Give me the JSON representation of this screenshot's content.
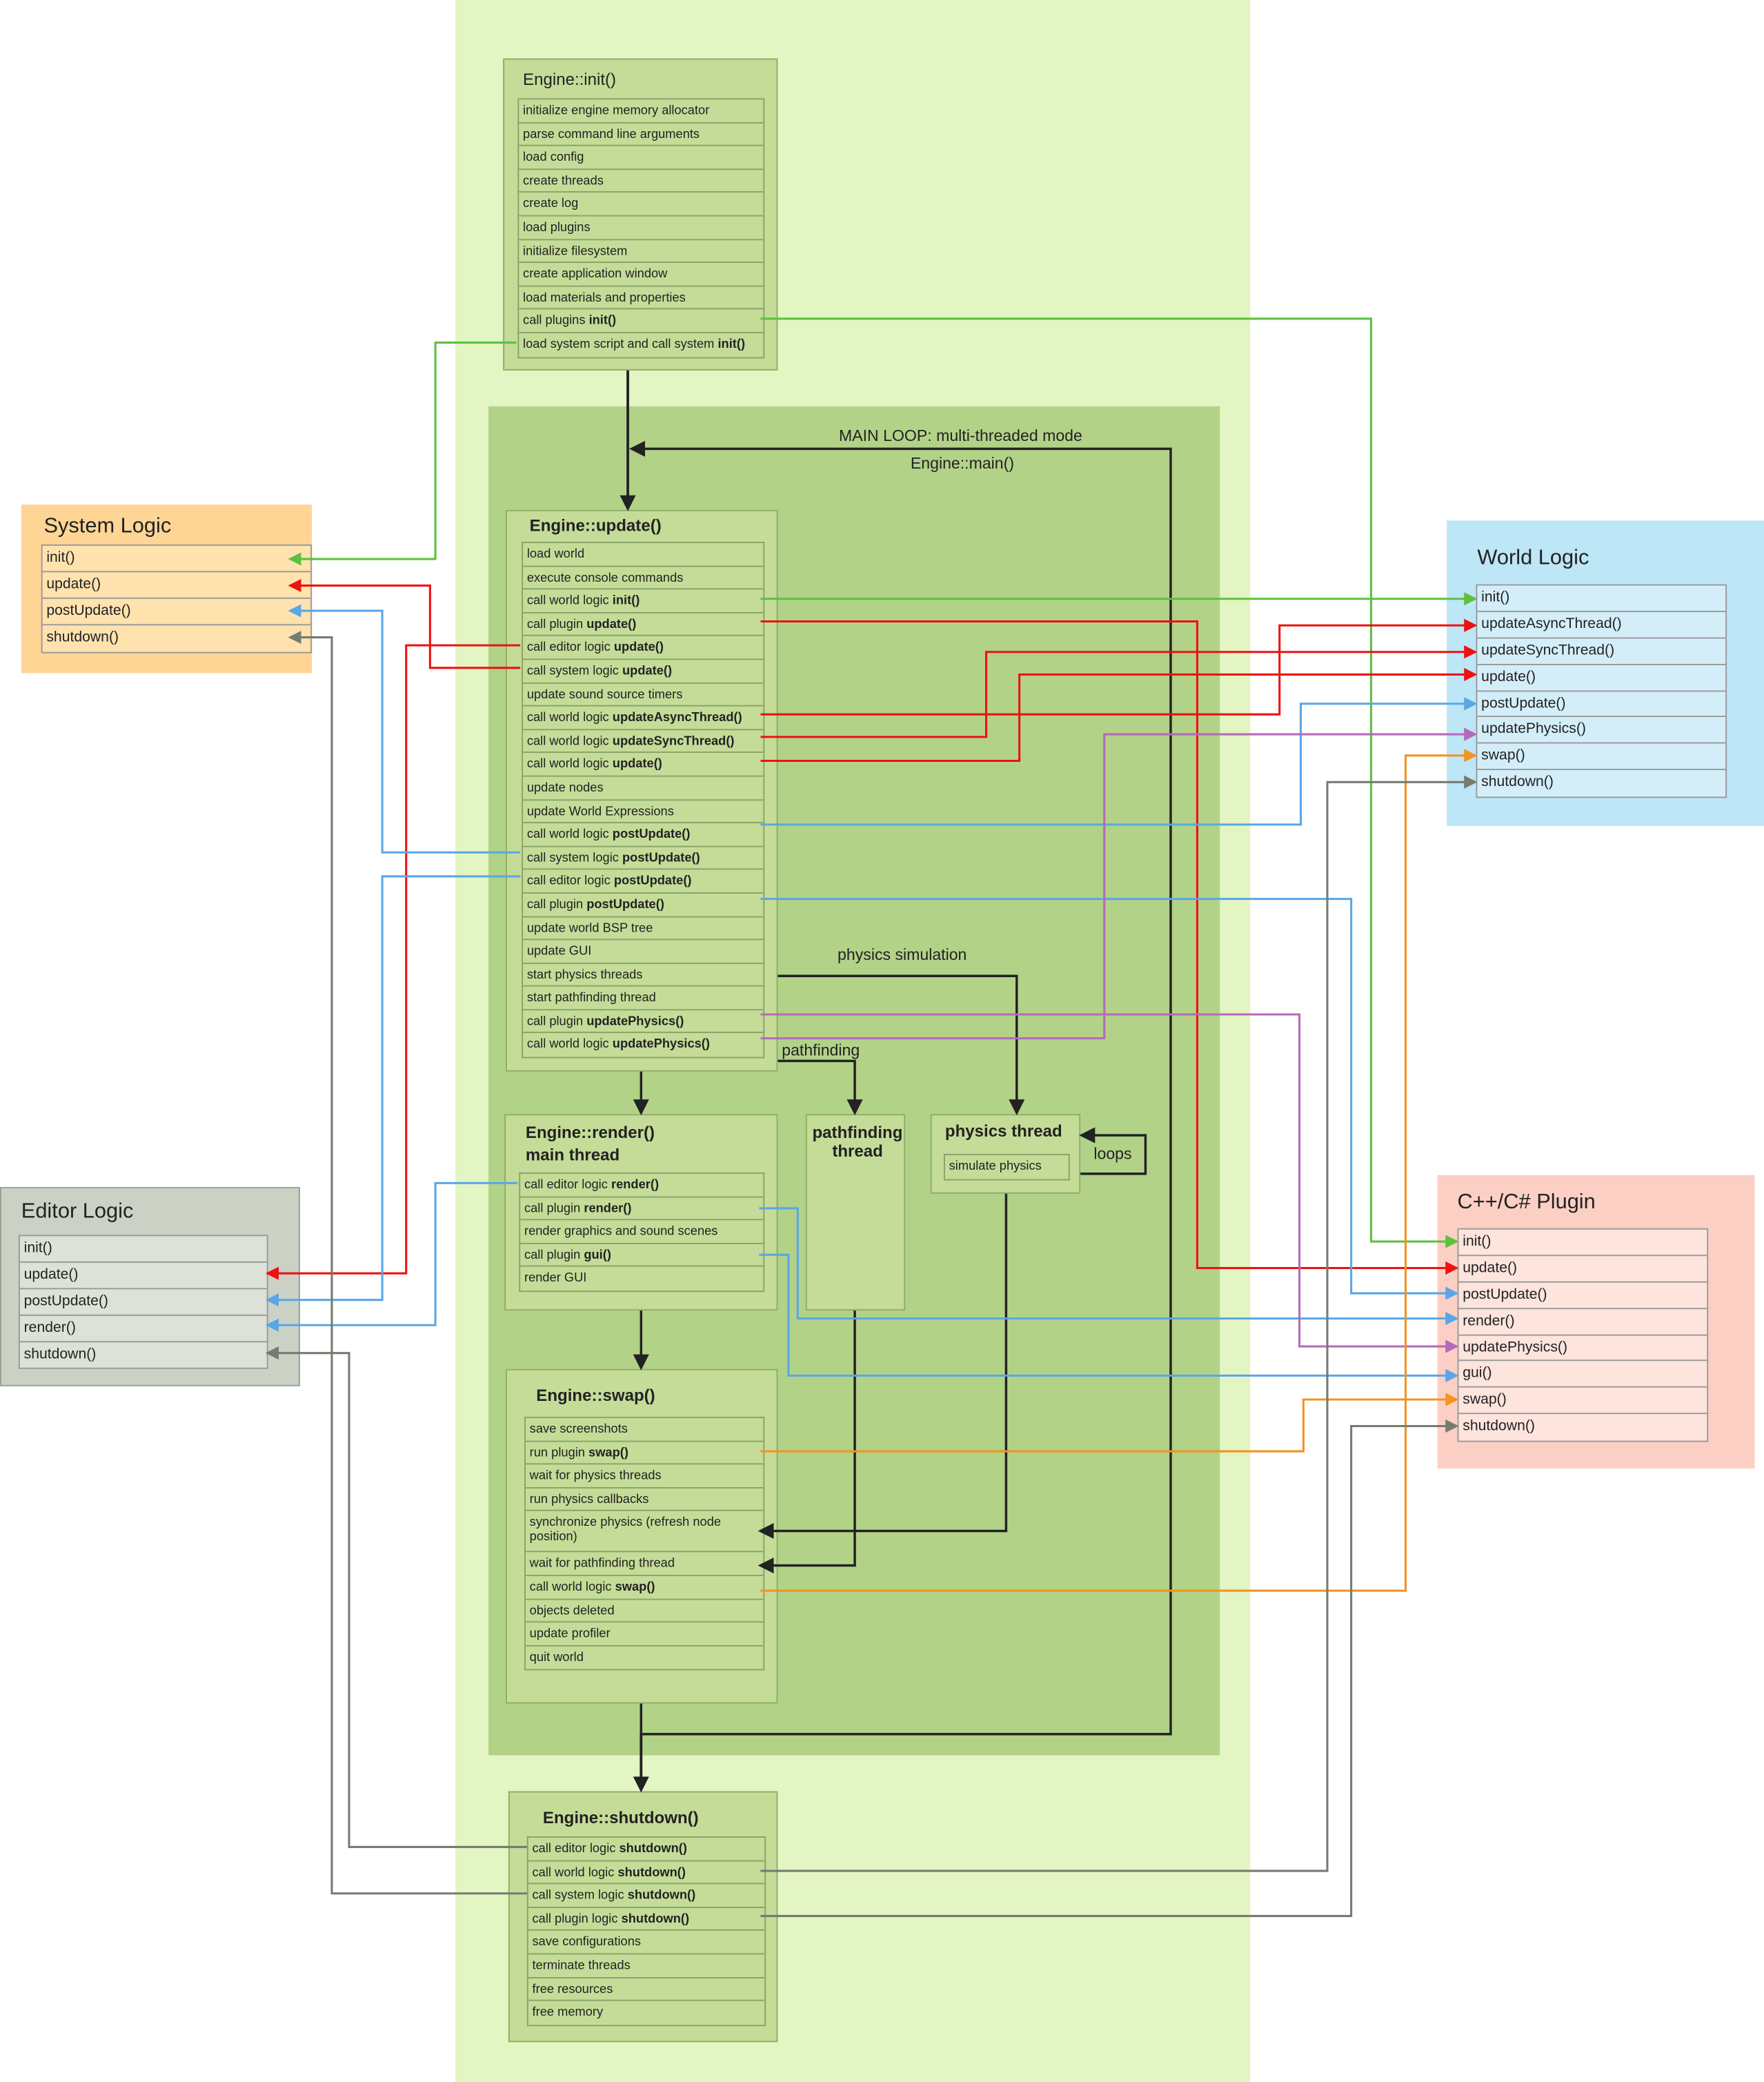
{
  "main_loop": {
    "title": "MAIN LOOP: multi-threaded mode",
    "subtitle": "Engine::main()"
  },
  "labels": {
    "physics_simulation": "physics simulation",
    "pathfinding": "pathfinding",
    "loops": "loops"
  },
  "engine_init": {
    "title": "Engine::init()",
    "rows": [
      {
        "text": "initialize engine memory allocator",
        "bold": ""
      },
      {
        "text": "parse command line arguments",
        "bold": ""
      },
      {
        "text": "load config",
        "bold": ""
      },
      {
        "text": "create threads",
        "bold": ""
      },
      {
        "text": "create log",
        "bold": ""
      },
      {
        "text": "load plugins",
        "bold": ""
      },
      {
        "text": "initialize filesystem",
        "bold": ""
      },
      {
        "text": "create application window",
        "bold": ""
      },
      {
        "text": "load materials and properties",
        "bold": ""
      },
      {
        "text": "call plugins ",
        "bold": "init()"
      },
      {
        "text": "load system script and call system ",
        "bold": "init()"
      }
    ]
  },
  "engine_update": {
    "title": "Engine::update()",
    "rows": [
      {
        "text": "load world",
        "bold": ""
      },
      {
        "text": "execute console commands",
        "bold": ""
      },
      {
        "text": "call world logic ",
        "bold": "init()"
      },
      {
        "text": "call plugin ",
        "bold": "update()"
      },
      {
        "text": "call editor logic ",
        "bold": "update()"
      },
      {
        "text": "call system logic ",
        "bold": "update()"
      },
      {
        "text": "update sound source timers",
        "bold": ""
      },
      {
        "text": "call world logic ",
        "bold": "updateAsyncThread()"
      },
      {
        "text": "call world logic ",
        "bold": "updateSyncThread()"
      },
      {
        "text": "call world logic ",
        "bold": "update()"
      },
      {
        "text": "update nodes",
        "bold": ""
      },
      {
        "text": "update World Expressions",
        "bold": ""
      },
      {
        "text": "call world logic ",
        "bold": "postUpdate()"
      },
      {
        "text": "call system logic ",
        "bold": "postUpdate()"
      },
      {
        "text": "call editor logic ",
        "bold": "postUpdate()"
      },
      {
        "text": "call plugin ",
        "bold": "postUpdate()"
      },
      {
        "text": "update world BSP tree",
        "bold": ""
      },
      {
        "text": "update GUI",
        "bold": ""
      },
      {
        "text": "start physics threads",
        "bold": ""
      },
      {
        "text": "start pathfinding thread",
        "bold": ""
      },
      {
        "text": "call plugin ",
        "bold": "updatePhysics()"
      },
      {
        "text": "call world logic ",
        "bold": "updatePhysics()"
      }
    ]
  },
  "engine_render": {
    "title": "Engine::render()",
    "subtitle": "main thread",
    "rows": [
      {
        "text": "call editor logic ",
        "bold": "render()"
      },
      {
        "text": "call plugin ",
        "bold": "render()"
      },
      {
        "text": "render graphics and sound scenes",
        "bold": ""
      },
      {
        "text": "call plugin ",
        "bold": "gui()"
      },
      {
        "text": "render GUI",
        "bold": ""
      }
    ]
  },
  "pathfinding_thread": {
    "title_line1": "pathfinding",
    "title_line2": "thread"
  },
  "physics_thread": {
    "title": "physics thread",
    "row": "simulate physics"
  },
  "engine_swap": {
    "title": "Engine::swap()",
    "rows": [
      {
        "text": "save screenshots",
        "bold": ""
      },
      {
        "text": "run plugin ",
        "bold": "swap()"
      },
      {
        "text": "wait for physics threads",
        "bold": ""
      },
      {
        "text": "run physics callbacks",
        "bold": ""
      },
      {
        "text": "synchronize physics (refresh node position)",
        "bold": ""
      },
      {
        "text": "wait for pathfinding thread",
        "bold": ""
      },
      {
        "text": "call world logic ",
        "bold": "swap()"
      },
      {
        "text": "objects deleted",
        "bold": ""
      },
      {
        "text": "update profiler",
        "bold": ""
      },
      {
        "text": "quit world",
        "bold": ""
      }
    ]
  },
  "engine_shutdown": {
    "title": "Engine::shutdown()",
    "rows": [
      {
        "text": "call editor logic ",
        "bold": "shutdown()"
      },
      {
        "text": "call world logic ",
        "bold": "shutdown()"
      },
      {
        "text": "call system logic ",
        "bold": "shutdown()"
      },
      {
        "text": "call plugin logic ",
        "bold": "shutdown()"
      },
      {
        "text": "save configurations",
        "bold": ""
      },
      {
        "text": "terminate threads",
        "bold": ""
      },
      {
        "text": "free resources",
        "bold": ""
      },
      {
        "text": "free memory",
        "bold": ""
      }
    ]
  },
  "system_logic": {
    "title": "System Logic",
    "items": [
      "init()",
      "update()",
      "postUpdate()",
      "shutdown()"
    ]
  },
  "editor_logic": {
    "title": "Editor Logic",
    "items": [
      "init()",
      "update()",
      "postUpdate()",
      "render()",
      "shutdown()"
    ]
  },
  "world_logic": {
    "title": "World Logic",
    "items": [
      "init()",
      "updateAsyncThread()",
      "updateSyncThread()",
      "update()",
      "postUpdate()",
      "updatePhysics()",
      "swap()",
      "shutdown()"
    ]
  },
  "plugin": {
    "title": "C++/C# Plugin",
    "items": [
      "init()",
      "update()",
      "postUpdate()",
      "render()",
      "updatePhysics()",
      "gui()",
      "swap()",
      "shutdown()"
    ]
  },
  "colors": {
    "init": "#5fc040",
    "update": "#ee1111",
    "postUpdate": "#5aa6e6",
    "updatePhysics": "#b56ab8",
    "swap": "#f29322",
    "shutdown": "#767b70",
    "flow": "#222222"
  }
}
